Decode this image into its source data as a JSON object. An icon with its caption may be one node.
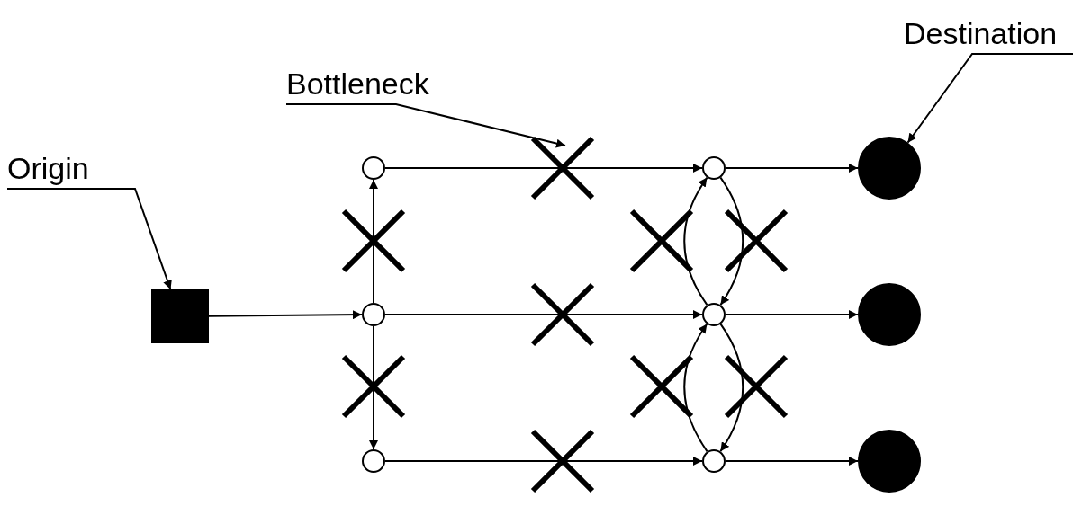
{
  "diagram": {
    "nodes": [
      {
        "text": [
          "Origin"
        ]
      },
      {
        "text": [
          "Bottleneck"
        ]
      },
      {
        "text": [
          "Destination"
        ]
      },
      {
        "text": [],
        "shape": "box"
      },
      {
        "text": [],
        "shape": "circle"
      },
      {
        "text": [],
        "shape": "circle"
      },
      {
        "text": [],
        "shape": "circle"
      },
      {
        "text": [],
        "shape": "circle"
      },
      {
        "text": [],
        "shape": "circle"
      },
      {
        "text": [],
        "shape": "circle"
      },
      {
        "text": [],
        "shape": "circle"
      },
      {
        "text": [],
        "shape": "circle"
      },
      {
        "text": [],
        "shape": "circle"
      }
    ],
    "edges": [
      {
        "from": 0,
        "to": 3,
        "arrow": "to"
      },
      {
        "from": 1,
        "to": null,
        "arrow": "to"
      },
      {
        "from": 2,
        "to": 10,
        "arrow": "to"
      },
      {
        "from": 3,
        "to": 5,
        "arrow": "to"
      },
      {
        "from": 5,
        "to": 4,
        "arrow": "to"
      },
      {
        "from": 5,
        "to": 6,
        "arrow": "to"
      },
      {
        "from": 4,
        "to": 7,
        "arrow": "to"
      },
      {
        "from": 5,
        "to": 8,
        "arrow": "to"
      },
      {
        "from": 6,
        "to": 9,
        "arrow": "to"
      },
      {
        "from": 8,
        "to": 7,
        "arrow": "to"
      },
      {
        "from": 7,
        "to": 8,
        "arrow": "to"
      },
      {
        "from": 9,
        "to": 8,
        "arrow": "to"
      },
      {
        "from": 8,
        "to": 9,
        "arrow": "to"
      },
      {
        "from": 7,
        "to": 10,
        "arrow": "to"
      },
      {
        "from": 8,
        "to": 11,
        "arrow": "to"
      },
      {
        "from": 9,
        "to": 12,
        "arrow": "to"
      }
    ]
  }
}
